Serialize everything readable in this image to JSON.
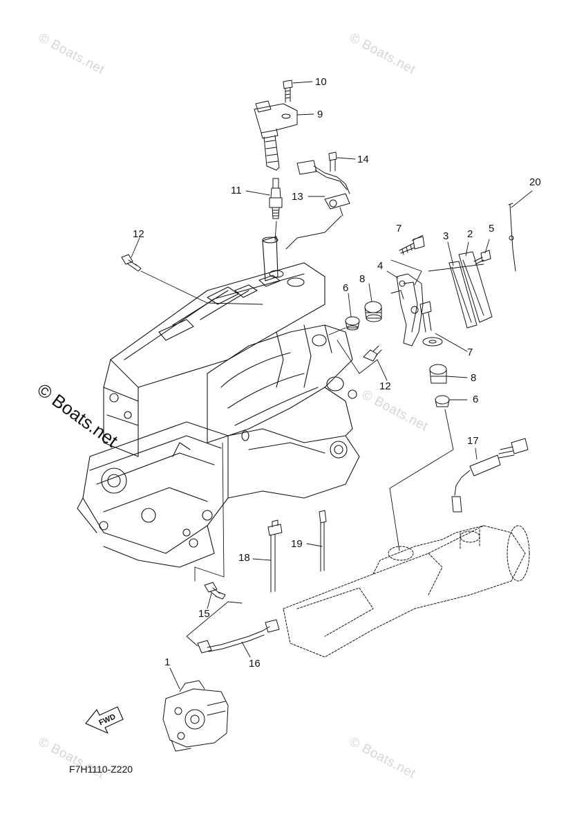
{
  "diagram_code": "F7H1110-Z220",
  "watermark": "© Boats.net",
  "fwd_label": "FWD",
  "callouts": {
    "c1": "1",
    "c2": "2",
    "c3": "3",
    "c4": "4",
    "c5": "5",
    "c6a": "6",
    "c6b": "6",
    "c7a": "7",
    "c7b": "7",
    "c8a": "8",
    "c8b": "8",
    "c9": "9",
    "c10": "10",
    "c11": "11",
    "c12a": "12",
    "c12b": "12",
    "c13": "13",
    "c14": "14",
    "c15": "15",
    "c16": "16",
    "c17": "17",
    "c18": "18",
    "c19": "19",
    "c20": "20"
  },
  "colors": {
    "line": "#111111",
    "watermark": "#d6d6d6",
    "background": "#ffffff"
  }
}
